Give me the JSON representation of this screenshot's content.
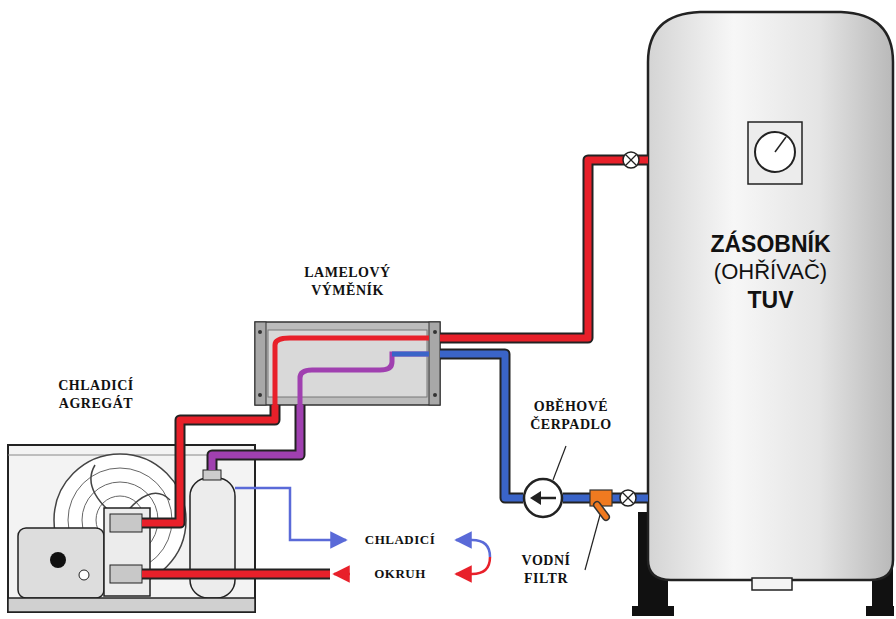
{
  "diagram": {
    "nodes": [
      {
        "text": [
          "ZÁSOBNÍK",
          "(OHŘÍVAČ)",
          "TUV"
        ]
      },
      {
        "text": [
          "LAMELOVÝ VÝMĚNÍK"
        ]
      },
      {
        "text": [
          "CHLADICÍ AGREGÁT"
        ]
      },
      {
        "text": [
          "OBĚHOVÉ ČERPADLO"
        ]
      },
      {
        "text": [
          "VODNÍ FILTR"
        ]
      }
    ],
    "edges": [
      {
        "from": 2,
        "to": 1,
        "arrow": "none"
      },
      {
        "from": 1,
        "to": 2,
        "arrow": "none"
      },
      {
        "from": 1,
        "to": 0,
        "arrow": "none"
      },
      {
        "from": 0,
        "to": 4,
        "arrow": "none"
      },
      {
        "from": 4,
        "to": 3,
        "arrow": "none"
      },
      {
        "from": 3,
        "to": 1,
        "arrow": "none"
      }
    ],
    "labels": [
      "CHLADICÍ",
      "OKRUH"
    ]
  }
}
